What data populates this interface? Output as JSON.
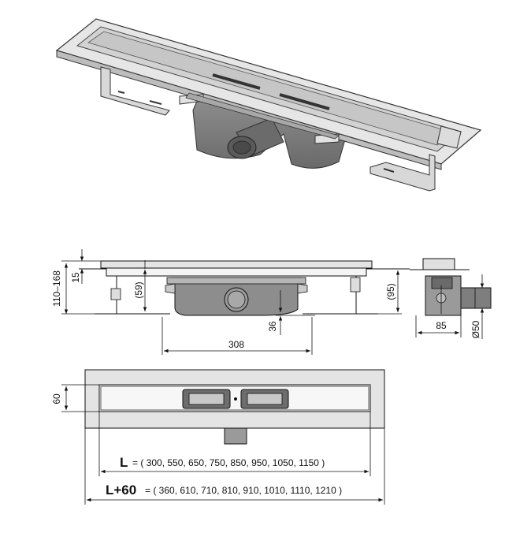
{
  "drawing": {
    "section_dimensions": {
      "total_height_range": "110–168",
      "top_dim": "15",
      "inner_depth": "(59)",
      "body_height": "(95)",
      "outlet_height": "36",
      "body_length": "308",
      "side_width": "85",
      "outlet_diameter": "Ø50"
    },
    "plan_dimensions": {
      "channel_width": "60",
      "length_symbol": "L",
      "length_values": "= ( 300, 550, 650, 750, 850, 950, 1050, 1150 )",
      "total_length_symbol": "L+60",
      "total_length_values": "= ( 360, 610, 710, 810, 910, 1010, 1110, 1210 )"
    },
    "colors": {
      "steel_light": "#e6e6e6",
      "steel_mid": "#c8c8c8",
      "steel_dark": "#9a9a9a",
      "body_grey": "#7d7d7d",
      "ink": "#111111"
    }
  }
}
